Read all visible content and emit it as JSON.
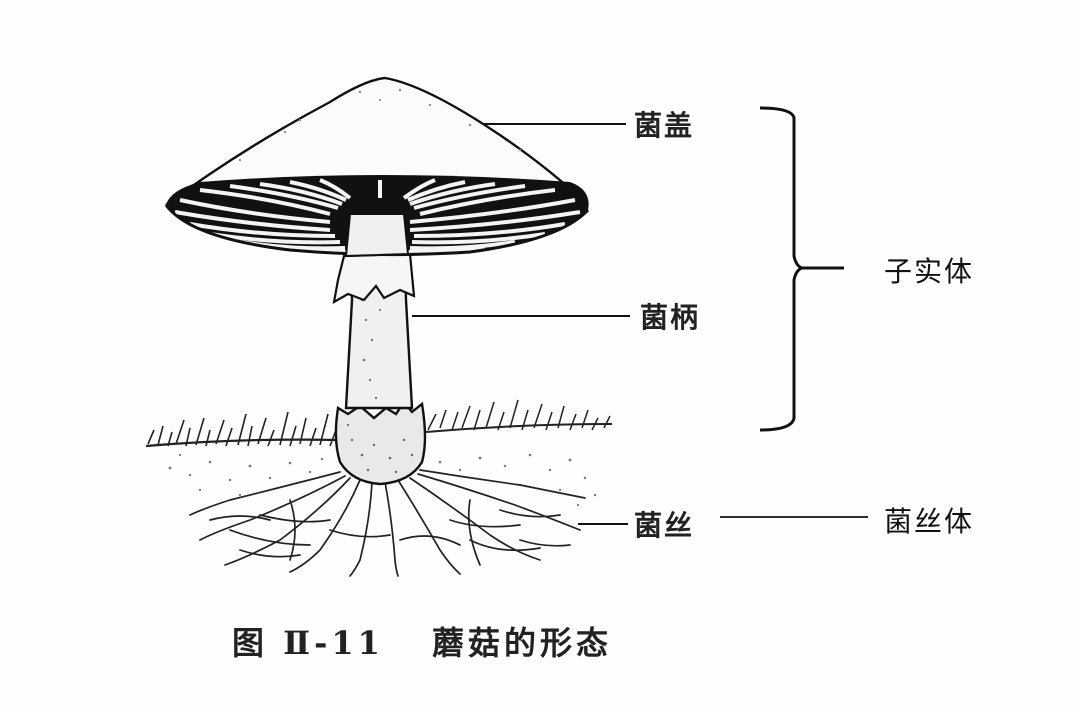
{
  "figure": {
    "caption_number": "图 Ⅱ-11",
    "caption_title": "蘑菇的形态"
  },
  "labels": {
    "cap": "菌盖",
    "stipe": "菌柄",
    "hyphae": "菌丝",
    "fruiting_body": "子实体",
    "mycelium": "菌丝体"
  },
  "colors": {
    "ink": "#111111",
    "background": "#fefefe",
    "stipple": "#555555"
  }
}
